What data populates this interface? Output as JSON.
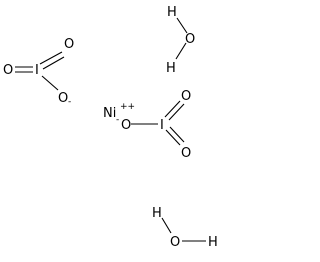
{
  "structure": {
    "iodate_1": {
      "o_double_upper": "O",
      "o_double_left": "O",
      "iodine": "I",
      "o_minus": "O",
      "o_minus_charge": "-"
    },
    "water_1": {
      "h_top": "H",
      "oxygen": "O",
      "h_bottom": "H"
    },
    "nickel": {
      "symbol": "Ni",
      "charge": "++"
    },
    "iodate_2": {
      "o_minus_charge": "-",
      "o_minus": "O",
      "iodine": "I",
      "o_double_upper": "O",
      "o_double_lower": "O"
    },
    "water_2": {
      "h_top": "H",
      "oxygen": "O",
      "h_right": "H"
    }
  },
  "colors": {
    "ink": "#000000",
    "background": "#ffffff"
  }
}
